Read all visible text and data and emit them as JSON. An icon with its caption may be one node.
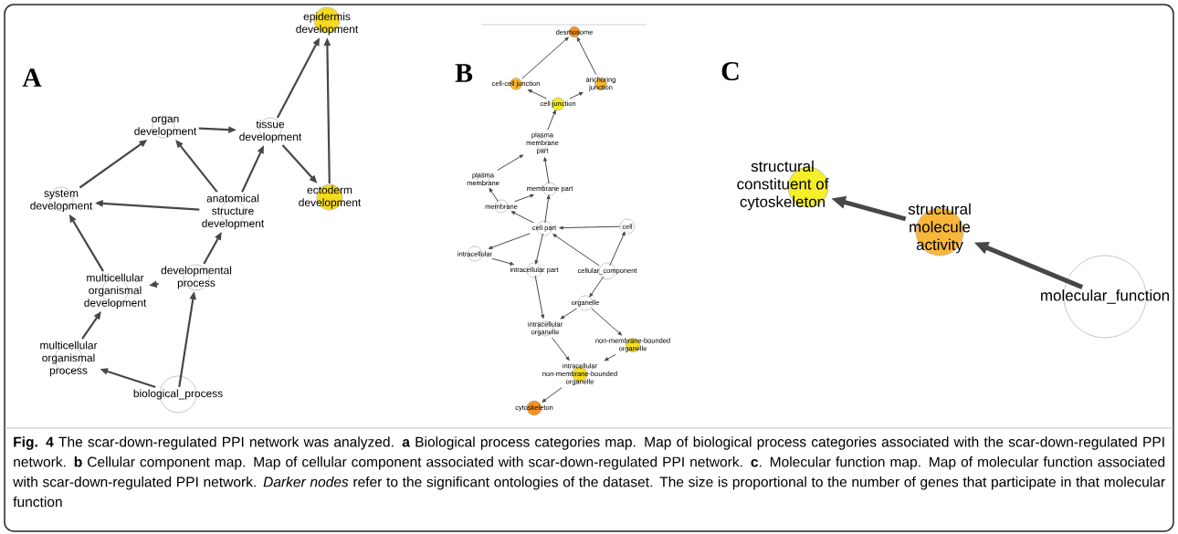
{
  "diagram": {
    "nodes": [
      {
        "text": [
          "epidermis development"
        ]
      },
      {
        "text": [
          "organ development"
        ]
      },
      {
        "text": [
          "tissue development"
        ]
      },
      {
        "text": [
          "system development"
        ]
      },
      {
        "text": [
          "anatomical structure development"
        ]
      },
      {
        "text": [
          "ectoderm development"
        ]
      },
      {
        "text": [
          "multicellular organismal development"
        ]
      },
      {
        "text": [
          "developmental process"
        ]
      },
      {
        "text": [
          "multicellular organismal process"
        ]
      },
      {
        "text": [
          "biological_process"
        ]
      },
      {
        "text": [
          "desmosome"
        ]
      },
      {
        "text": [
          "cell-cell junction"
        ]
      },
      {
        "text": [
          "anchoring junction"
        ]
      },
      {
        "text": [
          "cell junction"
        ]
      },
      {
        "text": [
          "plasma membrane part"
        ]
      },
      {
        "text": [
          "plasma membrane"
        ]
      },
      {
        "text": [
          "membrane part"
        ]
      },
      {
        "text": [
          "membrane"
        ]
      },
      {
        "text": [
          "cell part"
        ]
      },
      {
        "text": [
          "cell"
        ]
      },
      {
        "text": [
          "intracellular"
        ]
      },
      {
        "text": [
          "intracellular part"
        ]
      },
      {
        "text": [
          "cellular_component"
        ]
      },
      {
        "text": [
          "organelle"
        ]
      },
      {
        "text": [
          "intracellular organelle"
        ]
      },
      {
        "text": [
          "non-membrane-bounded organelle"
        ]
      },
      {
        "text": [
          "intracellular non-membrane-bounded organelle"
        ]
      },
      {
        "text": [
          "cytoskeleton"
        ]
      },
      {
        "text": [
          "structural constituent of cytoskeleton"
        ]
      },
      {
        "text": [
          "structural molecule activity"
        ]
      },
      {
        "text": [
          "molecular_function"
        ]
      }
    ],
    "edges": [
      {
        "from": 3,
        "to": 1,
        "arrow": "to"
      },
      {
        "from": 1,
        "to": 2,
        "arrow": "to"
      },
      {
        "from": 2,
        "to": 0,
        "arrow": "to"
      },
      {
        "from": 2,
        "to": 5,
        "arrow": "to"
      },
      {
        "from": 5,
        "to": 0,
        "arrow": "to"
      },
      {
        "from": 4,
        "to": 1,
        "arrow": "to"
      },
      {
        "from": 4,
        "to": 2,
        "arrow": "to"
      },
      {
        "from": 4,
        "to": 3,
        "arrow": "to"
      },
      {
        "from": 6,
        "to": 3,
        "arrow": "to"
      },
      {
        "from": 7,
        "to": 6,
        "arrow": "to"
      },
      {
        "from": 7,
        "to": 4,
        "arrow": "to"
      },
      {
        "from": 8,
        "to": 6,
        "arrow": "to"
      },
      {
        "from": 9,
        "to": 8,
        "arrow": "to"
      },
      {
        "from": 9,
        "to": 7,
        "arrow": "to"
      },
      {
        "from": 11,
        "to": 10,
        "arrow": "to"
      },
      {
        "from": 12,
        "to": 10,
        "arrow": "to"
      },
      {
        "from": 13,
        "to": 11,
        "arrow": "to"
      },
      {
        "from": 13,
        "to": 12,
        "arrow": "to"
      },
      {
        "from": 14,
        "to": 13,
        "arrow": "to"
      },
      {
        "from": 15,
        "to": 14,
        "arrow": "to"
      },
      {
        "from": 16,
        "to": 14,
        "arrow": "to"
      },
      {
        "from": 17,
        "to": 15,
        "arrow": "to"
      },
      {
        "from": 17,
        "to": 16,
        "arrow": "to"
      },
      {
        "from": 18,
        "to": 16,
        "arrow": "to"
      },
      {
        "from": 18,
        "to": 17,
        "arrow": "to"
      },
      {
        "from": 19,
        "to": 18,
        "arrow": "to"
      },
      {
        "from": 18,
        "to": 20,
        "arrow": "to"
      },
      {
        "from": 18,
        "to": 21,
        "arrow": "to"
      },
      {
        "from": 20,
        "to": 21,
        "arrow": "to"
      },
      {
        "from": 22,
        "to": 18,
        "arrow": "to"
      },
      {
        "from": 22,
        "to": 19,
        "arrow": "to"
      },
      {
        "from": 22,
        "to": 23,
        "arrow": "to"
      },
      {
        "from": 21,
        "to": 24,
        "arrow": "to"
      },
      {
        "from": 23,
        "to": 24,
        "arrow": "to"
      },
      {
        "from": 23,
        "to": 25,
        "arrow": "to"
      },
      {
        "from": 24,
        "to": 26,
        "arrow": "to"
      },
      {
        "from": 25,
        "to": 26,
        "arrow": "to"
      },
      {
        "from": 26,
        "to": 27,
        "arrow": "to"
      },
      {
        "from": 30,
        "to": 29,
        "arrow": "to",
        "style": "thick"
      },
      {
        "from": 29,
        "to": 28,
        "arrow": "to",
        "style": "thick"
      }
    ],
    "labels": [
      "A",
      "B",
      "C"
    ],
    "caption": "**Fig. 4** The scar-down-regulated PPI network was analyzed. **a** Biological process categories map. Map of biological process categories associated with the scar-down-regulated PPI network. **b** Cellular component map. Map of cellular component associated with scar-down-regulated PPI network. **c**. Molecular function map. Map of molecular function associated with scar-down-regulated PPI network. *Darker nodes* refer to the significant ontologies of the dataset. The size is proportional to the number of genes that participate in that molecular function"
  }
}
